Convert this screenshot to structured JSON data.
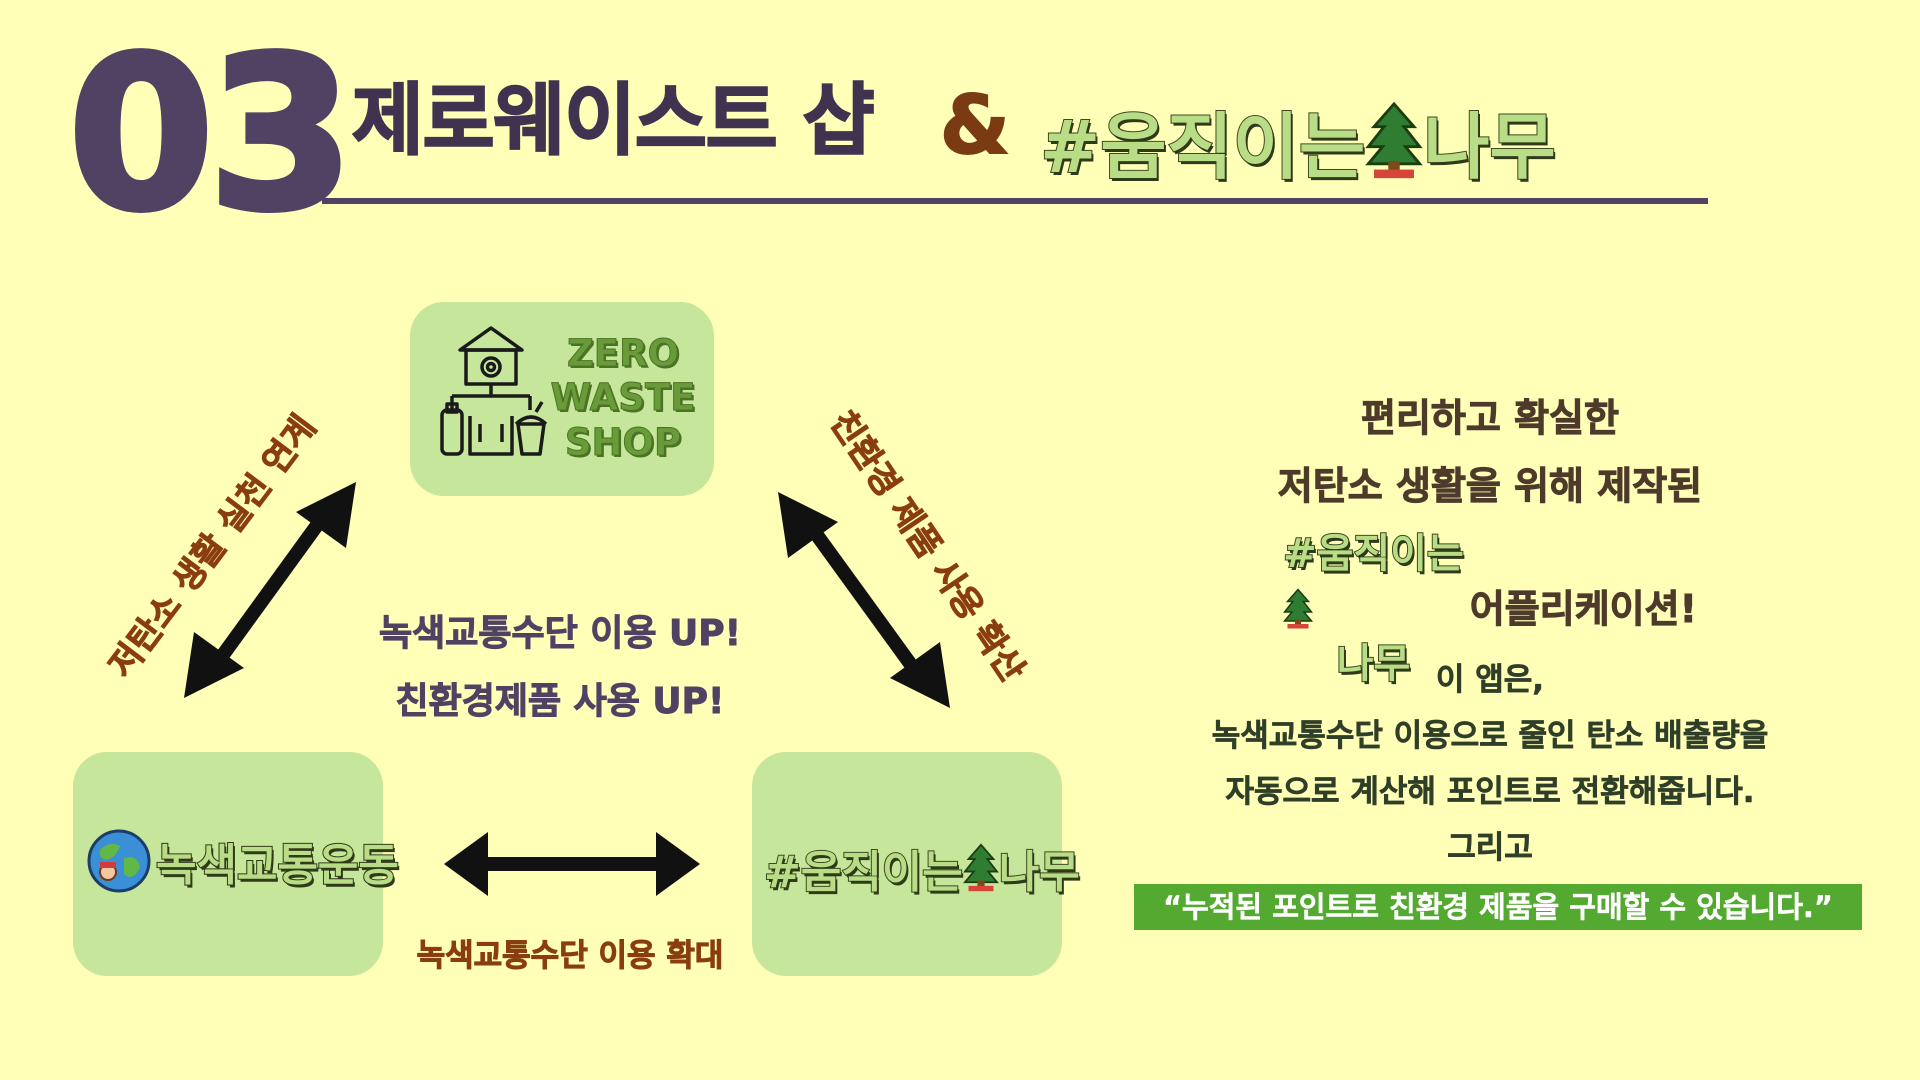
{
  "header": {
    "number": "03",
    "title": "제로웨이스트 샵",
    "ampersand": "&",
    "app_logo": "#움직이는 나무"
  },
  "zero_waste_box": {
    "line1": "ZERO",
    "line2": "WASTE",
    "line3": "SHOP"
  },
  "green_transport_box": {
    "logo_text": "녹색교통운동"
  },
  "app_box": {
    "logo_text": "#움직이는 나무"
  },
  "labels": {
    "left_diag": "저탄소 생활 실천 연계",
    "right_diag": "친환경 제품 사용 확산",
    "bottom": "녹색교통수단 이용 확대",
    "center_line1": "녹색교통수단 이용 UP!",
    "center_line2": "친환경제품 사용 UP!"
  },
  "right_panel": {
    "line1": "편리하고 확실한",
    "line2": "저탄소 생활을 위해 제작된",
    "line3_logo": "#움직이는 나무",
    "line3_suffix": "어플리케이션!",
    "p1": "이 앱은,",
    "p2": "녹색교통수단 이용으로 줄인 탄소 배출량을",
    "p3": "자동으로 계산해 포인트로 전환해줍니다.",
    "p4": "그리고",
    "highlight": "“누적된 포인트로 친환경 제품을 구매할 수 있습니다.”"
  },
  "colors": {
    "background": "#ffffb8",
    "box": "#c6e69b",
    "title": "#4f4263",
    "brown": "#8a3d0f",
    "highlight": "#54a930"
  }
}
